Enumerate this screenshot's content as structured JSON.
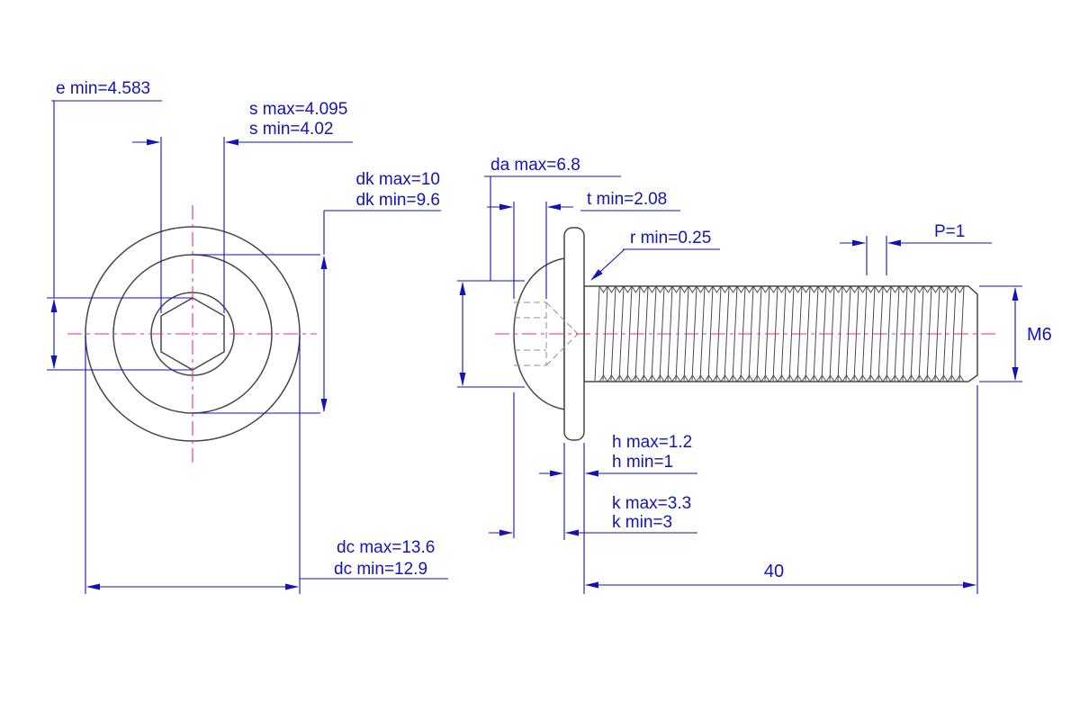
{
  "drawing": {
    "title": "M6 flanged button head socket screw dimensional drawing",
    "colors": {
      "dimension_blue": "#1313b8",
      "outline_gray": "#464646",
      "centerline_magenta": "#ef2a92",
      "hidden_line_gray": "#8f8f8f",
      "background": "#ffffff"
    },
    "dimensions": {
      "e_min": "e min=4.583",
      "s_max": "s max=4.095",
      "s_min": "s min=4.02",
      "dk_max": "dk max=10",
      "dk_min": "dk min=9.6",
      "dc_max": "dc max=13.6",
      "dc_min": "dc min=12.9",
      "da_max": "da max=6.8",
      "t_min": "t min=2.08",
      "r_min": "r min=0.25",
      "pitch": "P=1",
      "thread_size": "M6",
      "h_max": "h max=1.2",
      "h_min": "h min=1",
      "k_max": "k max=3.3",
      "k_min": "k min=3",
      "length": "40"
    }
  }
}
